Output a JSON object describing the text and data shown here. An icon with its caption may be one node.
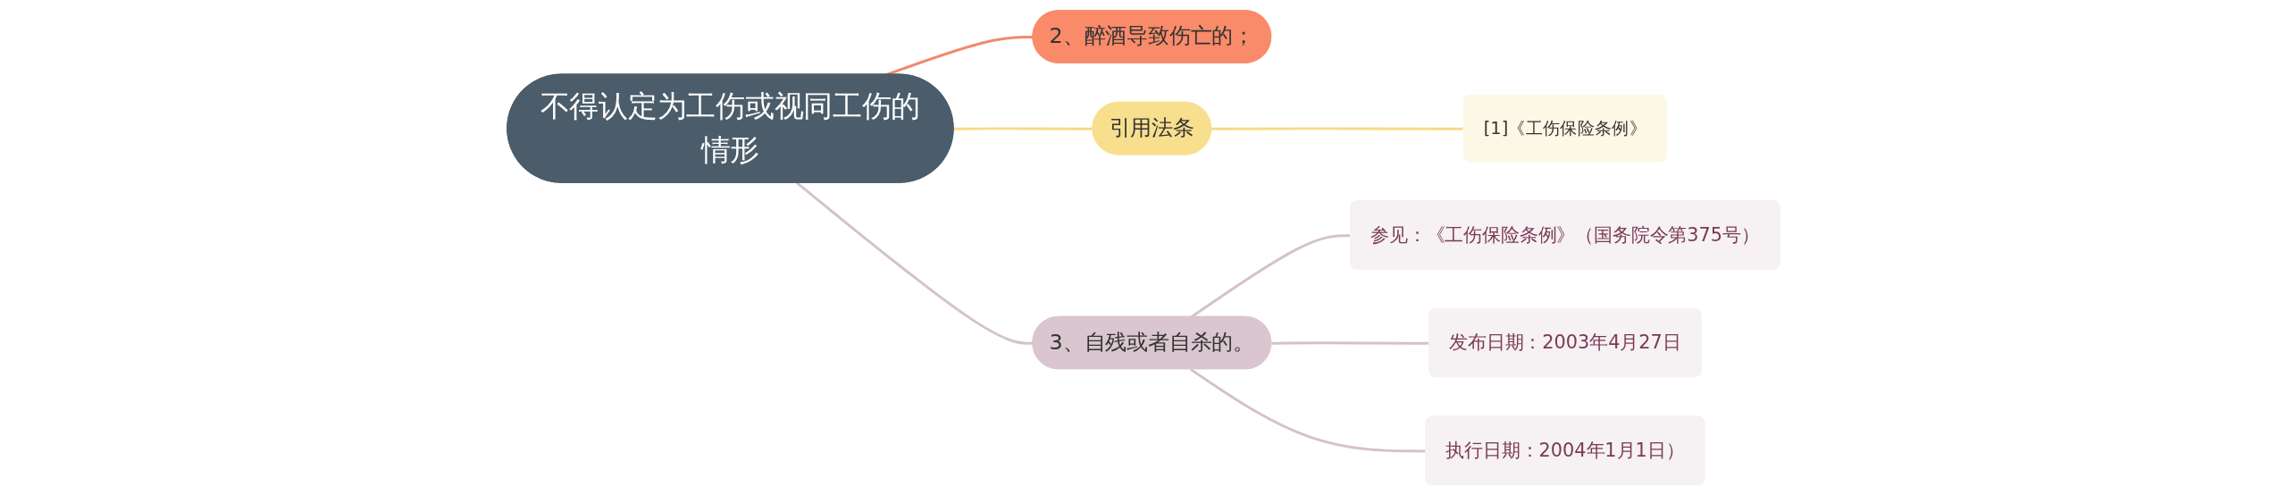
{
  "diagram": {
    "nodes": [
      {
        "text": [
          "不得认定为工伤或视同工伤的情形"
        ]
      },
      {
        "text": [
          "2、醉酒导致伤亡的；"
        ]
      },
      {
        "text": [
          "引用法条"
        ]
      },
      {
        "text": [
          "[1]《工伤保险条例》"
        ]
      },
      {
        "text": [
          "3、自残或者自杀的。"
        ]
      },
      {
        "text": [
          "参见：《工伤保险条例》（国务院令第375号）"
        ]
      },
      {
        "text": [
          "发布日期：2003年4月27日"
        ]
      },
      {
        "text": [
          "执行日期：2004年1月1日）"
        ]
      }
    ],
    "edges": [
      {
        "from": 0,
        "to": 1,
        "arrow": "none",
        "color": "#f08a6c"
      },
      {
        "from": 0,
        "to": 2,
        "arrow": "none",
        "color": "#f5dc85"
      },
      {
        "from": 2,
        "to": 3,
        "arrow": "none",
        "color": "#f5dc85"
      },
      {
        "from": 0,
        "to": 4,
        "arrow": "none"
      },
      {
        "from": 4,
        "to": 5,
        "arrow": "none"
      },
      {
        "from": 4,
        "to": 6,
        "arrow": "none"
      },
      {
        "from": 4,
        "to": 7,
        "arrow": "none"
      }
    ]
  }
}
